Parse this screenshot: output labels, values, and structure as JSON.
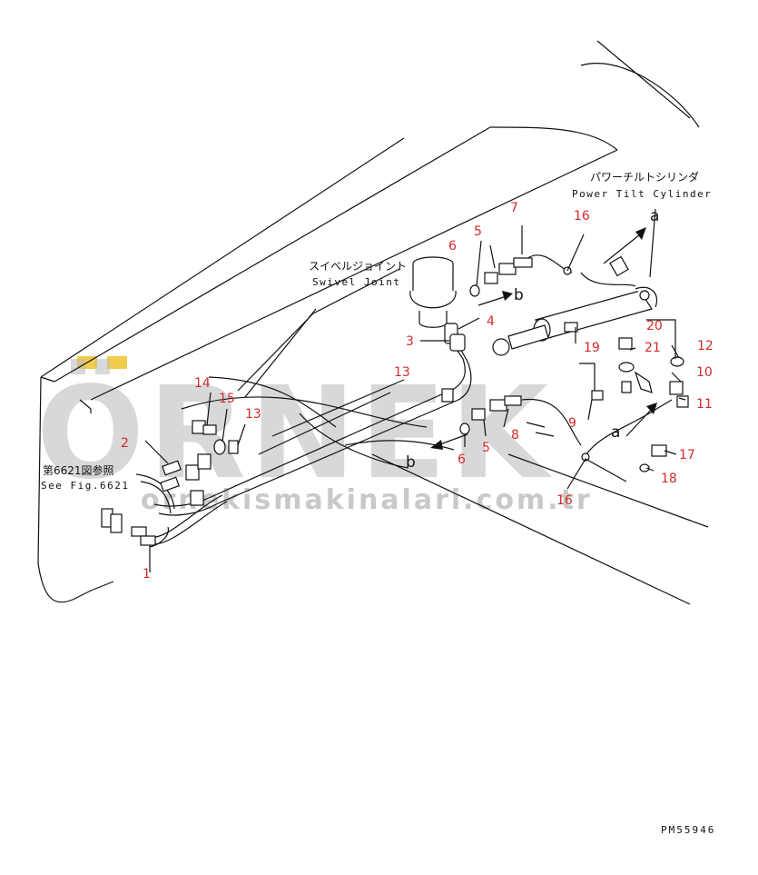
{
  "watermark": {
    "brand": "ÖRNEK",
    "url": "ornekismakinalari.com.tr",
    "accent_color": "#f2cc4c"
  },
  "labels": {
    "power_tilt_cylinder_jp": "パワーチルトシリンダ",
    "power_tilt_cylinder_en": "Power Tilt Cylinder",
    "swivel_joint_jp": "スイベルジョイント",
    "swivel_joint_en": "Swivel Joint",
    "see_fig_jp": "第6621図参照",
    "see_fig_en": "See Fig.6621",
    "drawing_number": "PM55946"
  },
  "letters": {
    "a": "a",
    "b": "b"
  },
  "callouts": [
    "1",
    "2",
    "3",
    "4",
    "5",
    "5",
    "6",
    "6",
    "7",
    "8",
    "9",
    "10",
    "11",
    "12",
    "13",
    "13",
    "14",
    "15",
    "16",
    "16",
    "17",
    "18",
    "19",
    "20",
    "21"
  ],
  "colors": {
    "callout": "#d42a2a",
    "line": "#111111"
  }
}
